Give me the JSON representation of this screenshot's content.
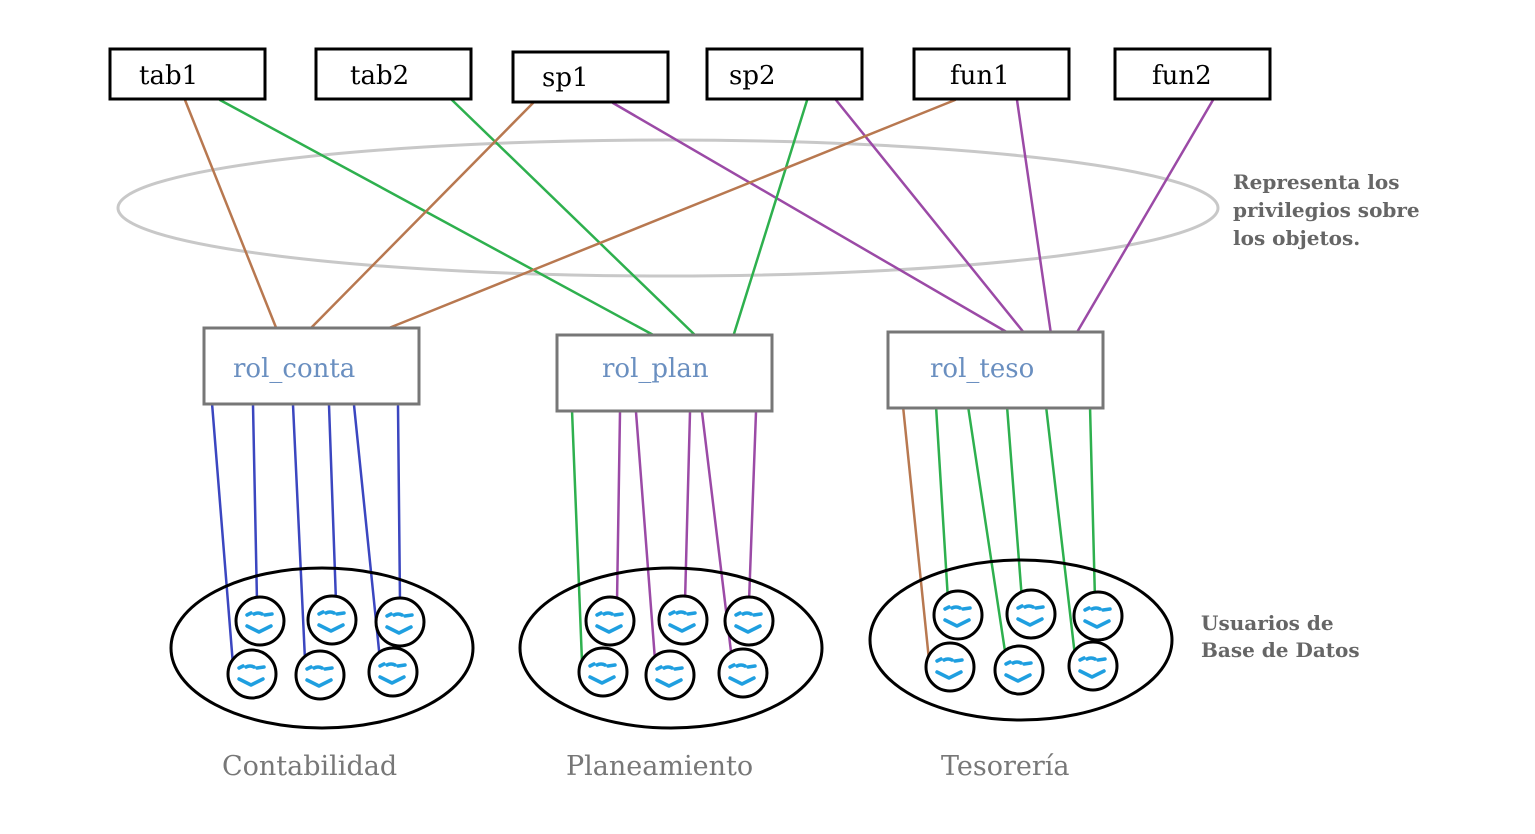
{
  "objects": [
    {
      "id": "tab1",
      "label": "tab1"
    },
    {
      "id": "tab2",
      "label": "tab2"
    },
    {
      "id": "sp1",
      "label": "sp1"
    },
    {
      "id": "sp2",
      "label": "sp2"
    },
    {
      "id": "fun1",
      "label": "fun1"
    },
    {
      "id": "fun2",
      "label": "fun2"
    }
  ],
  "roles": [
    {
      "id": "rol_conta",
      "label": "rol_conta"
    },
    {
      "id": "rol_plan",
      "label": "rol_plan"
    },
    {
      "id": "rol_teso",
      "label": "rol_teso"
    }
  ],
  "privileges_note": {
    "lines": [
      "Representa los",
      "privilegios sobre",
      "los objetos."
    ]
  },
  "users_note": {
    "lines": [
      "Usuarios de",
      "Base de Datos"
    ]
  },
  "groups": [
    {
      "id": "contabilidad",
      "label": "Contabilidad",
      "role": "rol_conta"
    },
    {
      "id": "planeamiento",
      "label": "Planeamiento",
      "role": "rol_plan"
    },
    {
      "id": "tesoreria",
      "label": "Tesorería",
      "role": "rol_teso"
    }
  ],
  "colors": {
    "brown": "#b87850",
    "green": "#2eb04e",
    "purple": "#9b4aa6",
    "blue": "#3b46c0",
    "role_text": "#6a8fc0",
    "role_border": "#777777",
    "ellipse_gray": "#c8c8c8",
    "user_icon": "#1f9fe0"
  },
  "privilege_links": [
    {
      "object": "tab1",
      "role": "rol_conta",
      "color": "brown"
    },
    {
      "object": "tab1",
      "role": "rol_plan",
      "color": "green"
    },
    {
      "object": "tab2",
      "role": "rol_plan",
      "color": "green"
    },
    {
      "object": "sp1",
      "role": "rol_conta",
      "color": "brown"
    },
    {
      "object": "sp1",
      "role": "rol_teso",
      "color": "purple"
    },
    {
      "object": "sp2",
      "role": "rol_plan",
      "color": "green"
    },
    {
      "object": "sp2",
      "role": "rol_teso",
      "color": "purple"
    },
    {
      "object": "fun1",
      "role": "rol_conta",
      "color": "brown"
    },
    {
      "object": "fun1",
      "role": "rol_teso",
      "color": "purple"
    },
    {
      "object": "fun2",
      "role": "rol_teso",
      "color": "purple"
    }
  ],
  "user_links": {
    "contabilidad": [
      "blue",
      "blue",
      "blue",
      "blue",
      "blue",
      "blue"
    ],
    "planeamiento": [
      "green",
      "purple",
      "purple",
      "purple",
      "purple",
      "purple"
    ],
    "tesoreria": [
      "brown",
      "green",
      "green",
      "green",
      "green",
      "green"
    ]
  }
}
